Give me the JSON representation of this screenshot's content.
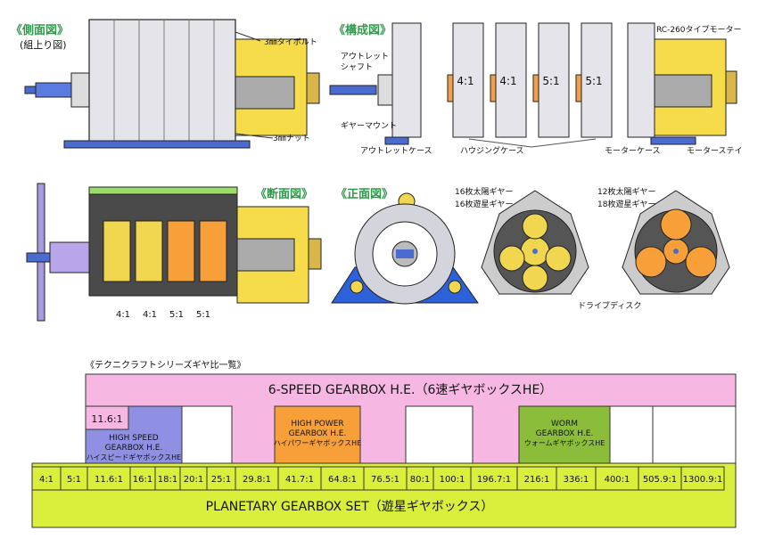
{
  "views": {
    "side": {
      "title": "《側面図》",
      "subtitle": "(組上り図)"
    },
    "structure": {
      "title": "《構成図》"
    },
    "section": {
      "title": "《断面図》"
    },
    "front": {
      "title": "《正面図》"
    }
  },
  "side_labels": {
    "bolt": "3㎜タイボルト",
    "nut": "3㎜ナット"
  },
  "structure_labels": {
    "outlet_shaft_1": "アウトレット",
    "outlet_shaft_2": "シャフト",
    "gear_mount": "ギヤーマウント",
    "outlet_case": "アウトレットケース",
    "housing_case": "ハウジングケース",
    "motor_case": "モーターケース",
    "motor_stay": "モーターステイ",
    "motor": "RC-260タイプモーター"
  },
  "housing_ratios": [
    "4:1",
    "4:1",
    "5:1",
    "5:1"
  ],
  "section_ratios": [
    "4:1",
    "4:1",
    "5:1",
    "5:1"
  ],
  "front_labels": {
    "sun16": "16枚太陽ギヤー",
    "planet16": "16枚遊星ギヤー",
    "sun12": "12枚太陽ギヤー",
    "planet18": "18枚遊星ギヤー",
    "drive_disc": "ドライブディスク"
  },
  "ratio_table": {
    "title": "《テクニクラフトシリーズギヤ比一覧》",
    "six_speed": "6-SPEED GEARBOX H.E.（6速ギヤボックスHE）",
    "high_speed_ratio": "11.6:1",
    "high_speed_1": "HIGH SPEED",
    "high_speed_2": "GEARBOX H.E.",
    "high_speed_3": "ハイスピードギヤボックスHE",
    "high_power_1": "HIGH POWER",
    "high_power_2": "GEARBOX H.E.",
    "high_power_3": "ハイパワーギヤボックスHE",
    "worm_1": "WORM",
    "worm_2": "GEARBOX H.E.",
    "worm_3": "ウォームギヤボックスHE",
    "planetary": "PLANETARY GEARBOX SET（遊星ギヤボックス）",
    "ratios": [
      "4:1",
      "5:1",
      "11.6:1",
      "16:1",
      "18:1",
      "20:1",
      "25:1",
      "29.8:1",
      "41.7:1",
      "64.8:1",
      "76.5:1",
      "80:1",
      "100:1",
      "196.7:1",
      "216:1",
      "336:1",
      "400:1",
      "505.9:1",
      "1300.9:1"
    ]
  },
  "colors": {
    "pink": "#f7b7e3",
    "lime": "#d9ef3c",
    "blue": "#8f90e3",
    "orange": "#f7a03a",
    "green": "#8bbd3a",
    "motor_yellow": "#f6dc4a",
    "title_green": "#2f9a4a"
  }
}
